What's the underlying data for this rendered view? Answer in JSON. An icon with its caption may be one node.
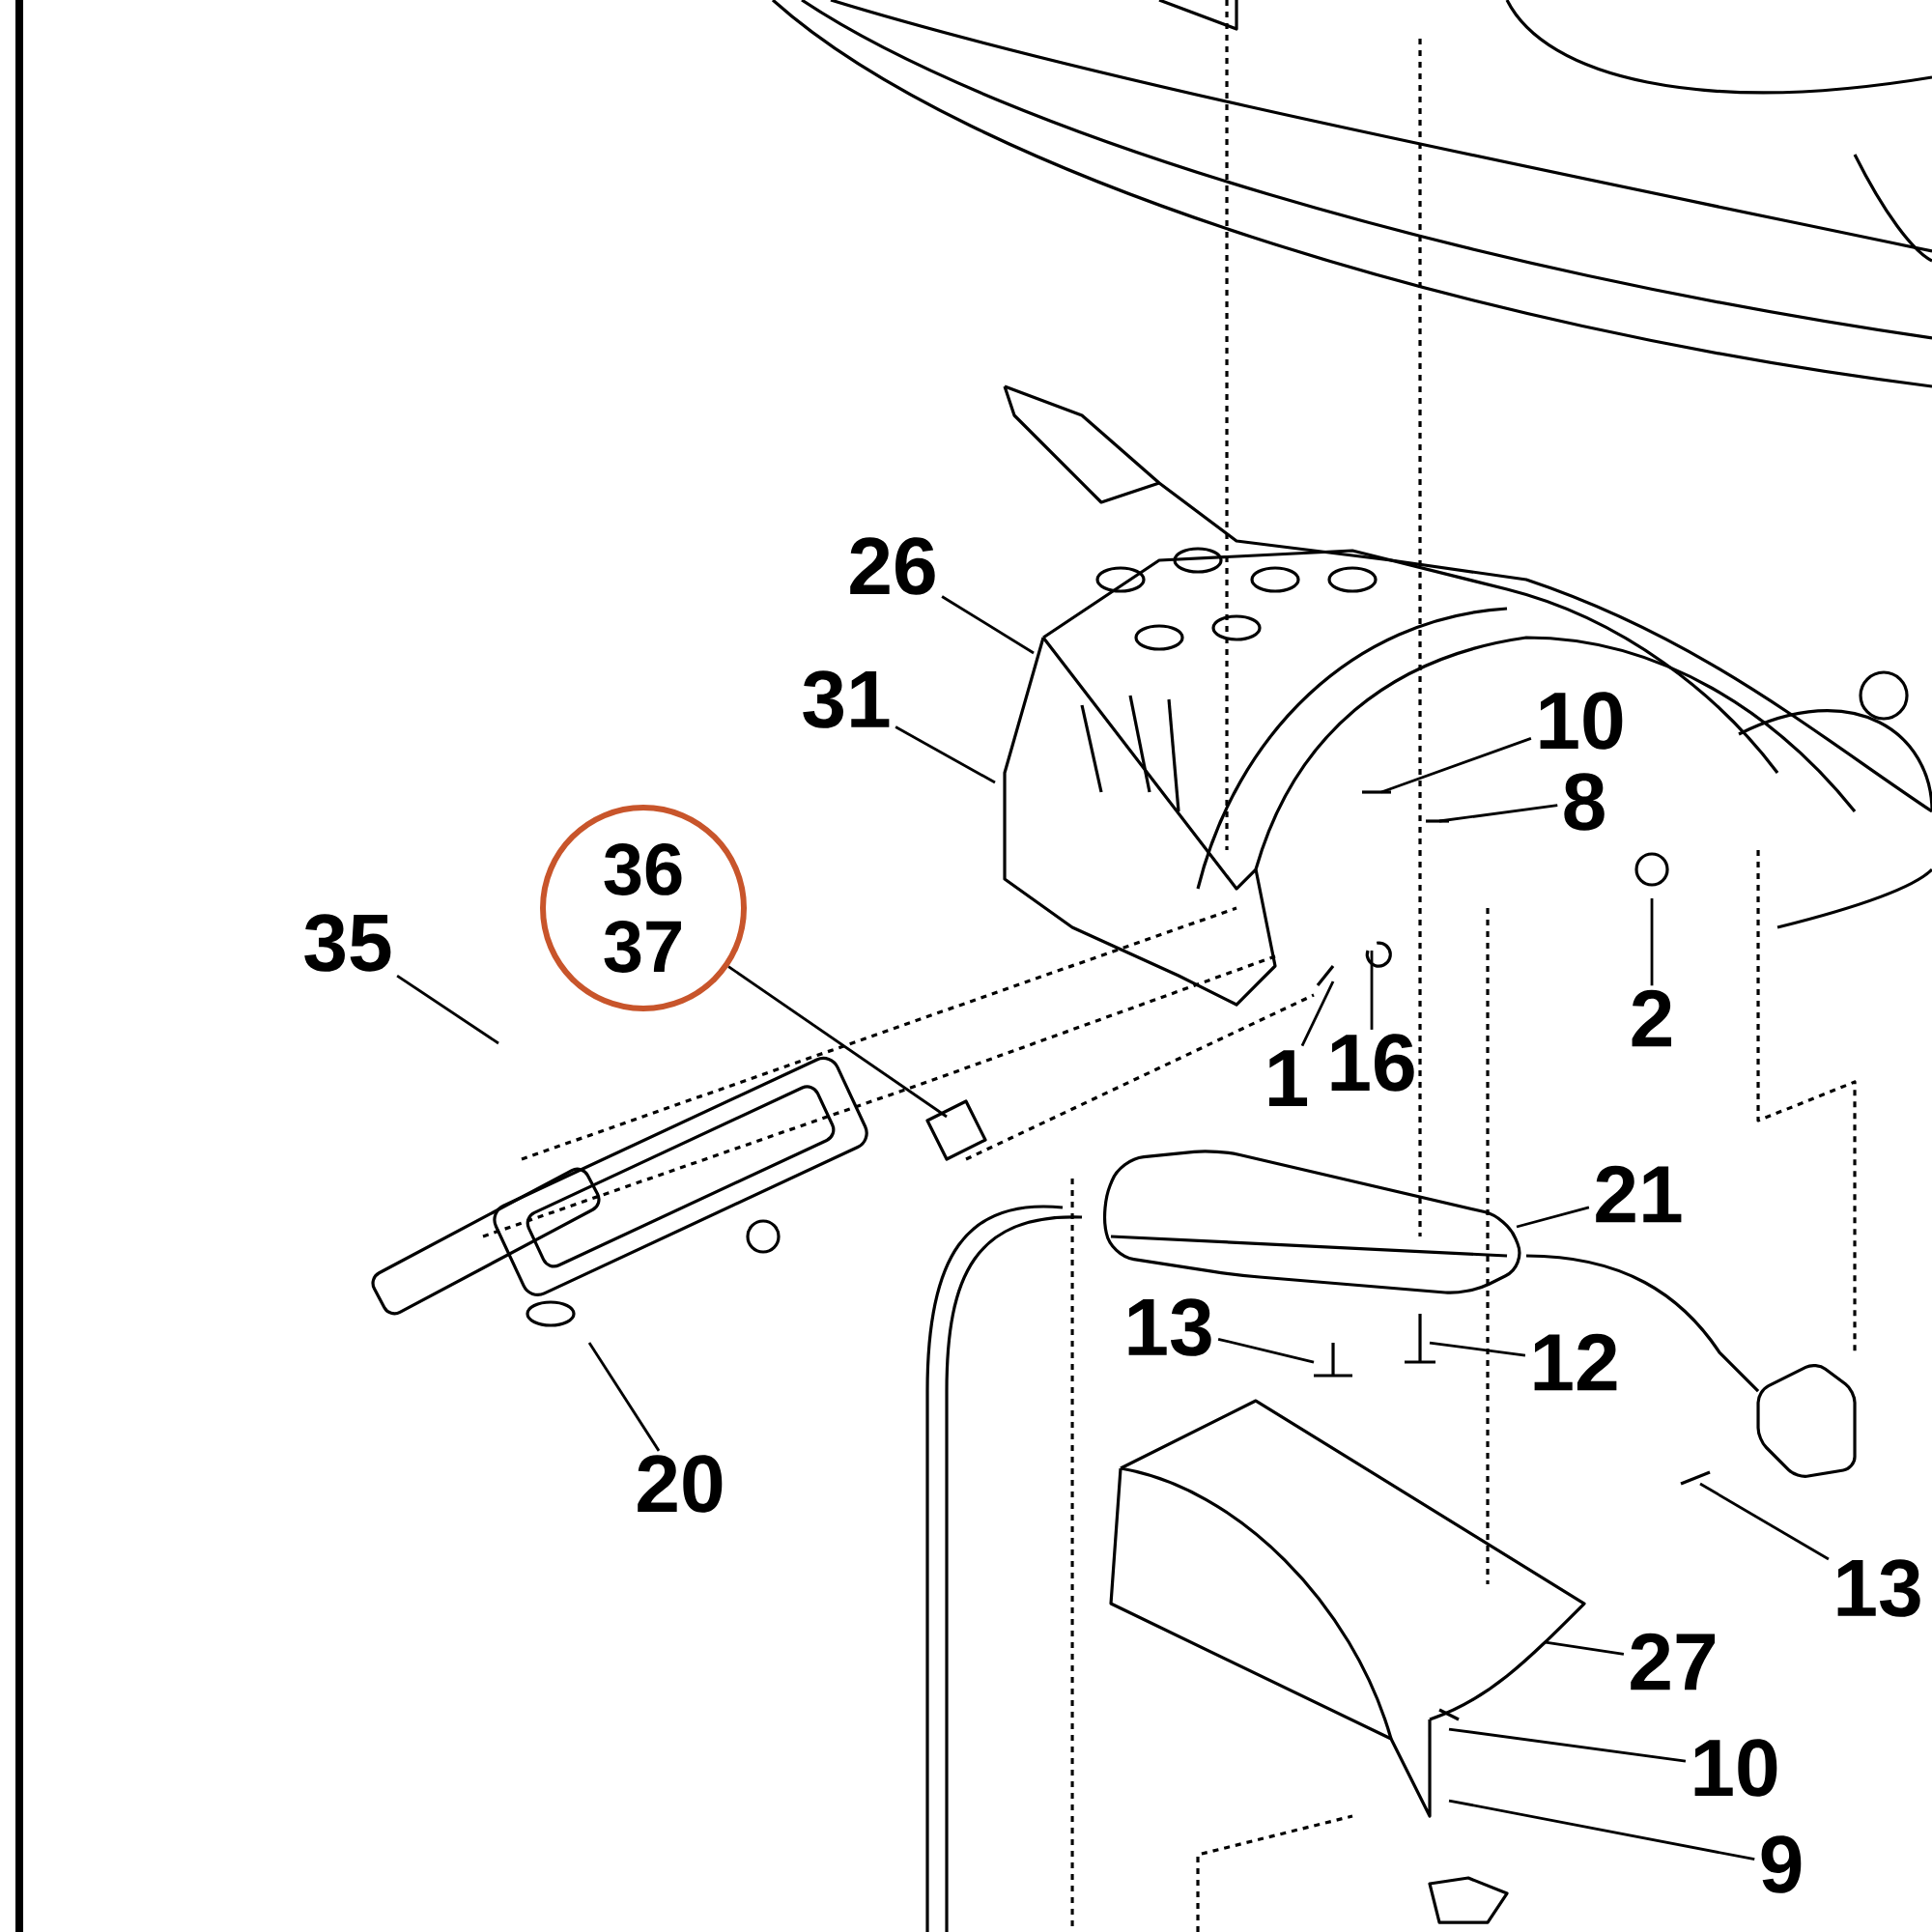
{
  "diagram": {
    "nodes": [
      {
        "text": [
          "26"
        ]
      },
      {
        "text": [
          "31"
        ]
      },
      {
        "text": [
          "36",
          "37"
        ]
      },
      {
        "text": [
          "35"
        ]
      },
      {
        "text": [
          "10"
        ]
      },
      {
        "text": [
          "8"
        ]
      },
      {
        "text": [
          "2"
        ]
      },
      {
        "text": [
          "1"
        ]
      },
      {
        "text": [
          "16"
        ]
      },
      {
        "text": [
          "21"
        ]
      },
      {
        "text": [
          "13"
        ]
      },
      {
        "text": [
          "12"
        ]
      },
      {
        "text": [
          "20"
        ]
      },
      {
        "text": [
          "13"
        ]
      },
      {
        "text": [
          "27"
        ]
      },
      {
        "text": [
          "10"
        ]
      },
      {
        "text": [
          "9"
        ]
      }
    ],
    "edges": [
      {
        "from": 0,
        "to": null,
        "arrow": "none"
      },
      {
        "from": 1,
        "to": null,
        "arrow": "none"
      },
      {
        "from": 2,
        "to": null,
        "arrow": "none"
      },
      {
        "from": 3,
        "to": null,
        "arrow": "none"
      },
      {
        "from": 4,
        "to": null,
        "arrow": "none"
      },
      {
        "from": 5,
        "to": null,
        "arrow": "none"
      },
      {
        "from": 6,
        "to": null,
        "arrow": "none"
      },
      {
        "from": 7,
        "to": null,
        "arrow": "none"
      },
      {
        "from": 8,
        "to": null,
        "arrow": "none"
      },
      {
        "from": 9,
        "to": null,
        "arrow": "none"
      },
      {
        "from": 10,
        "to": null,
        "arrow": "none"
      },
      {
        "from": 11,
        "to": null,
        "arrow": "none"
      },
      {
        "from": 12,
        "to": null,
        "arrow": "none"
      },
      {
        "from": 13,
        "to": null,
        "arrow": "none"
      },
      {
        "from": 14,
        "to": null,
        "arrow": "none"
      },
      {
        "from": 15,
        "to": null,
        "arrow": "none"
      },
      {
        "from": 16,
        "to": null,
        "arrow": "none"
      }
    ]
  }
}
